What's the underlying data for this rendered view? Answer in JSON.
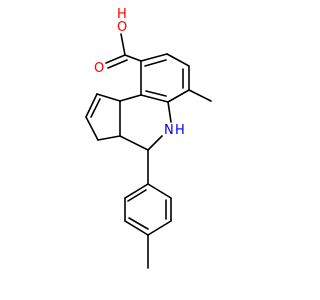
{
  "molecule": {
    "atoms": {
      "hydroxyl_oxygen": "O",
      "hydroxyl_hydrogen": "H",
      "carbonyl_oxygen": "O",
      "nitrogen": "N",
      "nitrogen_hydrogen": "H"
    },
    "colors": {
      "bond": "#000000",
      "oxygen": "#ff0000",
      "nitrogen": "#0000ff"
    }
  }
}
